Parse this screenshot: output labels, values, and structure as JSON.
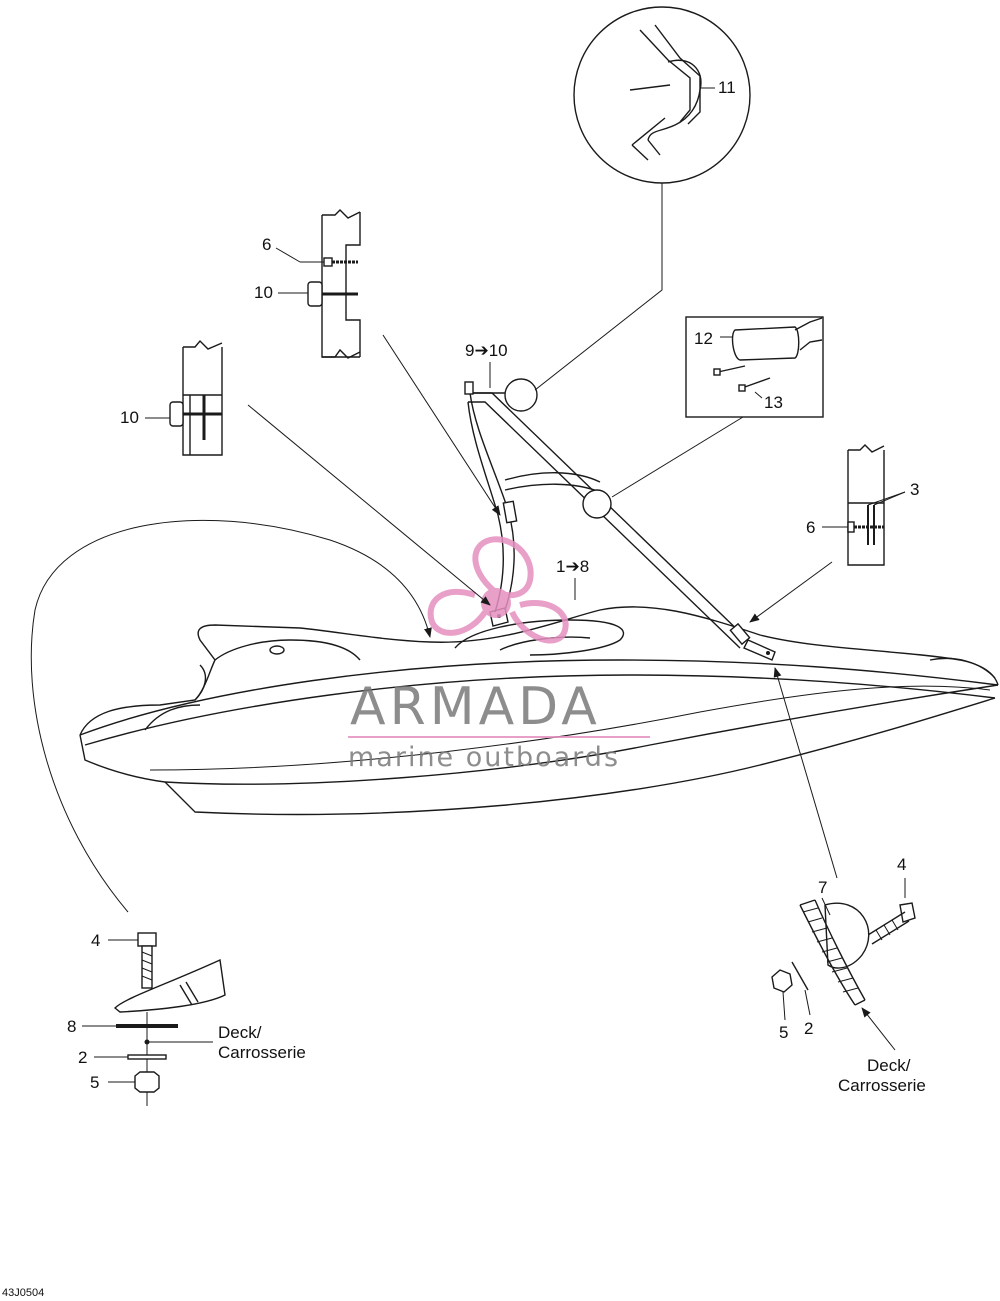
{
  "drawing_code": "43J0504",
  "watermark": {
    "brand": "ARMADA",
    "tagline": "marine outboards",
    "logo_color": "#e58fbf"
  },
  "callouts": {
    "c11": "11",
    "c6_top": "6",
    "c10_top": "10",
    "c10_left": "10",
    "c9_10": "9➔10",
    "c12": "12",
    "c13": "13",
    "c3": "3",
    "c6_right": "6",
    "c1_8": "1➔8",
    "c4_left": "4",
    "c8_left": "8",
    "c2_left": "2",
    "c5_left": "5",
    "c4_right": "4",
    "c7_right": "7",
    "c5_right": "5",
    "c2_right": "2"
  },
  "notes": {
    "deck_left": [
      "Deck/",
      "Carrosserie"
    ],
    "deck_right": [
      "Deck/",
      "Carrosserie"
    ]
  }
}
